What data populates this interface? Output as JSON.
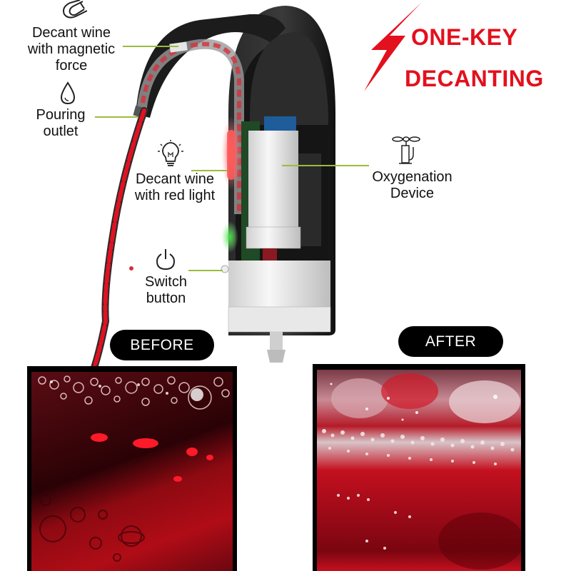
{
  "headline": {
    "line1": "ONE-KEY",
    "line2": "DECANTING",
    "color": "#e3101d",
    "icon": "lightning-bolt-icon"
  },
  "callouts": [
    {
      "id": "magnetic",
      "icon": "magnet-icon",
      "lines": [
        "Decant wine",
        "with magnetic",
        "force"
      ]
    },
    {
      "id": "outlet",
      "icon": "water-drop-icon",
      "lines": [
        "Pouring",
        "outlet"
      ]
    },
    {
      "id": "red-light",
      "icon": "light-bulb-icon",
      "lines": [
        "Decant wine",
        "with red light"
      ]
    },
    {
      "id": "oxygenation",
      "icon": "air-pump-icon",
      "lines": [
        "Oxygenation",
        "Device"
      ]
    },
    {
      "id": "switch",
      "icon": "power-icon",
      "lines": [
        "Switch",
        "button"
      ]
    }
  ],
  "comparison": {
    "before_label": "BEFORE",
    "after_label": "AFTER"
  },
  "colors": {
    "leader_line": "#9bbb3e",
    "device_body": "#1a1a1a",
    "wine_red": "#c8101c",
    "pill_bg": "#000000"
  }
}
